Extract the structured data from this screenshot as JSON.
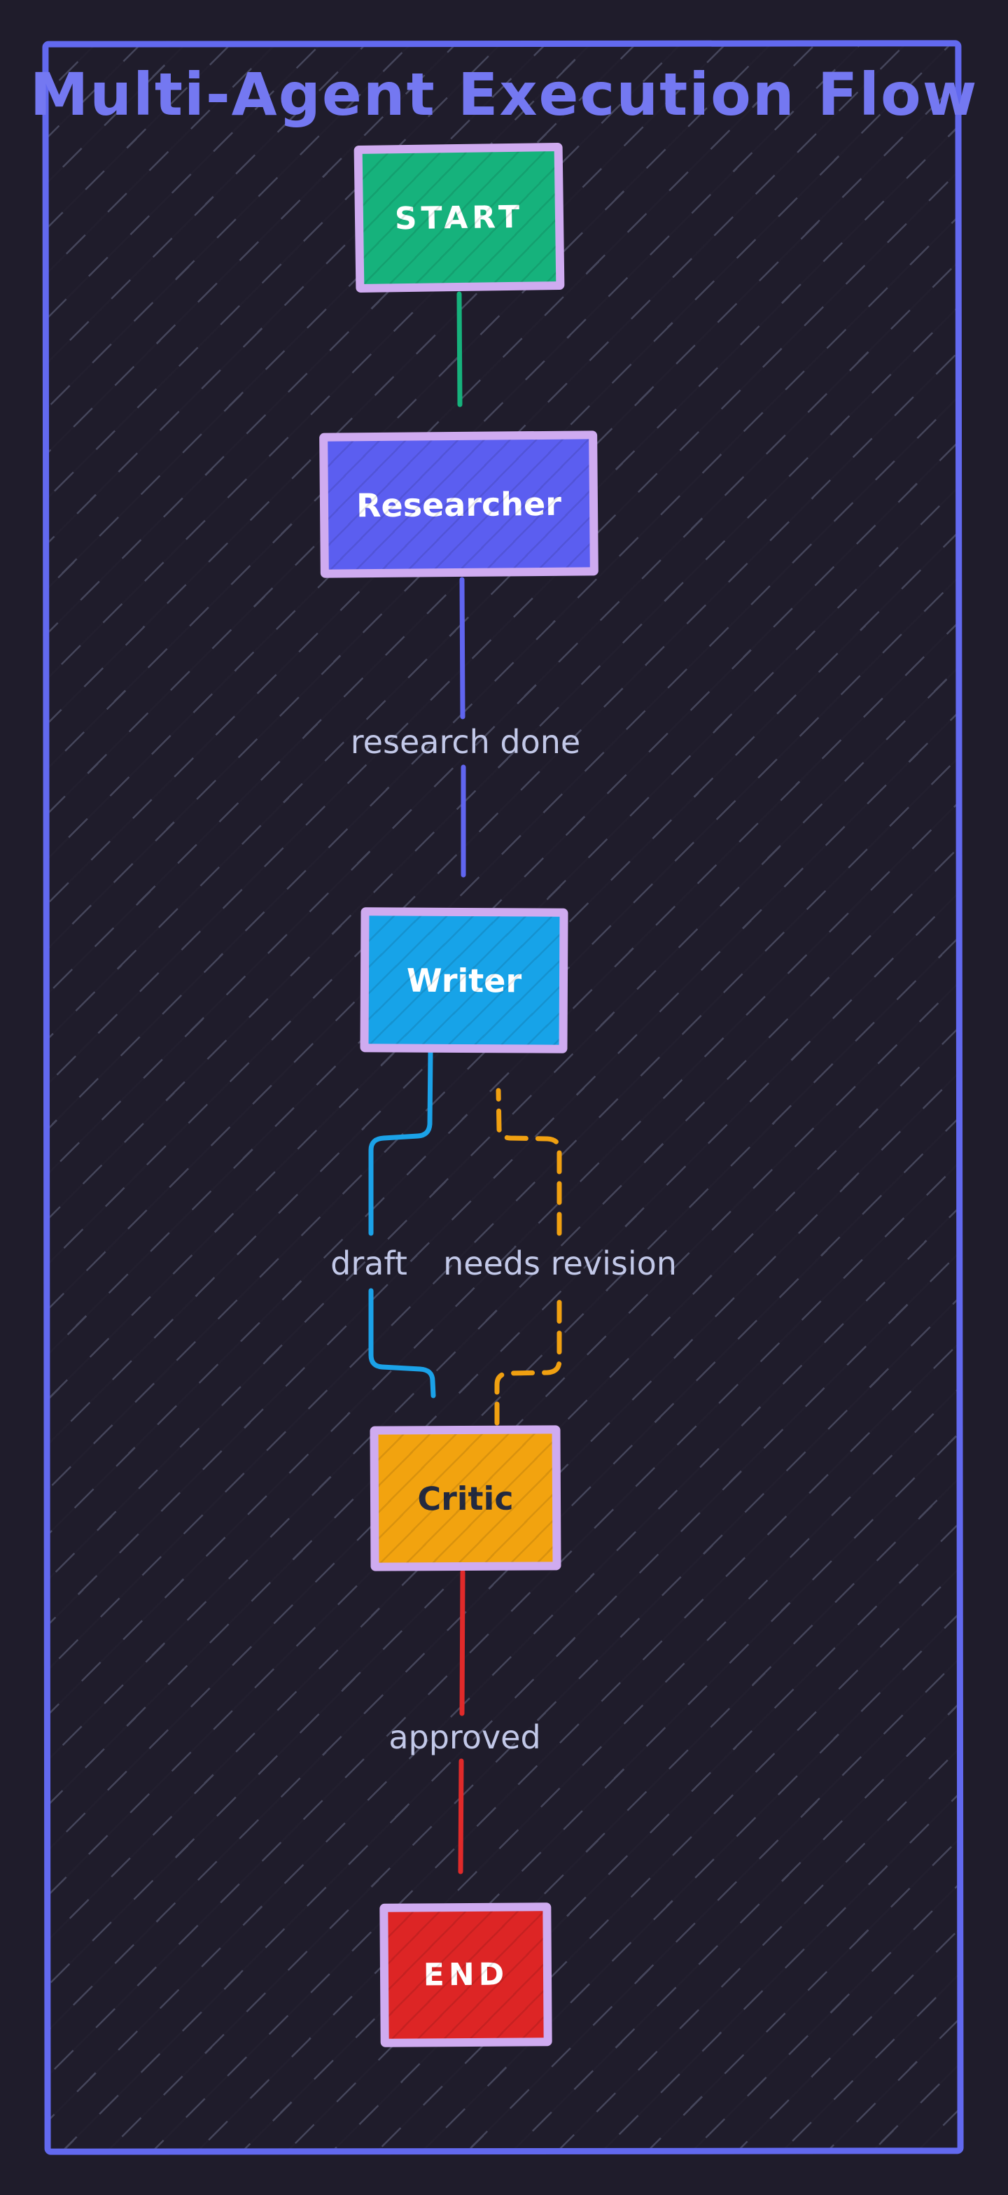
{
  "title": "Multi-Agent Execution Flow",
  "nodes": [
    {
      "id": "start",
      "label": "START",
      "fill": "#16b27c",
      "text_color": "#ffffff"
    },
    {
      "id": "researcher",
      "label": "Researcher",
      "fill": "#5b5ef0",
      "text_color": "#ffffff"
    },
    {
      "id": "writer",
      "label": "Writer",
      "fill": "#17a3e8",
      "text_color": "#ffffff"
    },
    {
      "id": "critic",
      "label": "Critic",
      "fill": "#f2a30f",
      "text_color": "#232a40"
    },
    {
      "id": "end",
      "label": "END",
      "fill": "#dd2525",
      "text_color": "#ffffff"
    }
  ],
  "edges": [
    {
      "from": "start",
      "to": "researcher",
      "label": "",
      "color": "#16b27c",
      "style": "solid"
    },
    {
      "from": "researcher",
      "to": "writer",
      "label": "research done",
      "color": "#6065ef",
      "style": "solid"
    },
    {
      "from": "writer",
      "to": "critic",
      "label": "draft",
      "color": "#1ba2e8",
      "style": "solid"
    },
    {
      "from": "critic",
      "to": "writer",
      "label": "needs revision",
      "color": "#f0a011",
      "style": "dashed"
    },
    {
      "from": "critic",
      "to": "end",
      "label": "approved",
      "color": "#e02a2a",
      "style": "solid"
    }
  ],
  "colors": {
    "background": "#1f1c2b",
    "frame": "#6269ef",
    "title_text": "#7478f1",
    "node_border": "#cfabf0",
    "edge_label_text": "#c2c8e8",
    "hatch": "#969dc0"
  }
}
